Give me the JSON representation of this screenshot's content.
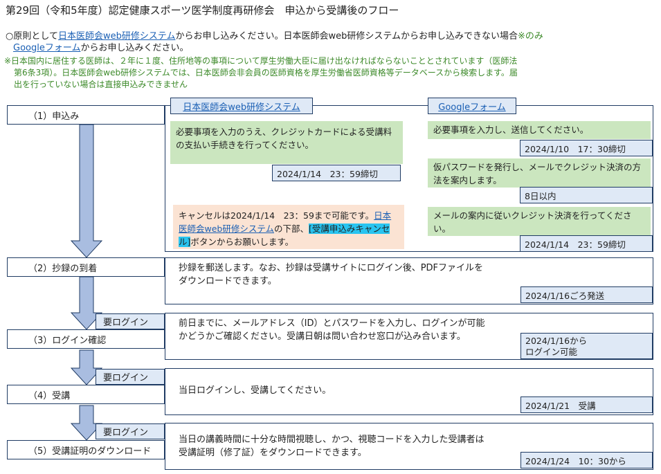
{
  "title": "第29回（令和5年度）認定健康スポーツ医学制度再研修会　申込から受講後のフロー",
  "notice": {
    "prefix": "○原則として",
    "link1": "日本医師会web研修システム",
    "mid1": "からお申し込みください。日本医師会web研修システムからお申し込みできない場合",
    "mark": "※のみ",
    "link2": "Googleフォーム",
    "suffix": "からお申し込みください。"
  },
  "note": {
    "line1": "※日本国内に居住する医師は、２年に１度、住所地等の事項について厚生労働大臣に届け出なければならないこととされています（医師法",
    "line2": "第6条3項）。日本医師会web研修システムでは、日本医師会非会員の医師資格を厚生労働省医師資格等データベースから検索します。届",
    "line3": "出を行っていない場合は直接申込みできません"
  },
  "steps": [
    {
      "label": "（1）申込み"
    },
    {
      "label": "（2）抄録の到着"
    },
    {
      "label": "（3）ログイン確認"
    },
    {
      "label": "（4）受講"
    },
    {
      "label": "（5）受講証明のダウンロード"
    }
  ],
  "login_label": "要ログイン",
  "apply": {
    "tab_web": "日本医師会web研修システム",
    "tab_google": "Googleフォーム",
    "web_text": "必要事項を入力のうえ、クレジットカードによる受講料の支払い手続きを行ってください。",
    "web_deadline": "2024/1/14　23：59締切",
    "cancel_pre": "キャンセルは2024/1/14　23：59まで可能です。",
    "cancel_link": "日本医師会web研修システム",
    "cancel_mid": "の下部、",
    "cancel_button": "[受講申込みキャンセル]",
    "cancel_post": "ボタンからお願いします。",
    "g1_text": "必要事項を入力し、送信してください。",
    "g1_deadline": "2024/1/10　17：30締切",
    "g2_text": "仮パスワードを発行し、メールでクレジット決済の方法を案内します。",
    "g2_deadline": "8日以内",
    "g3_text": "メールの案内に従いクレジット決済を行ってください。",
    "g3_deadline": "2024/1/14　23：59締切"
  },
  "abstract": {
    "text": "抄録を郵送します。なお、抄録は受講サイトにログイン後、PDFファイルをダウンロードできます。",
    "date": "2024/1/16ごろ発送"
  },
  "login_check": {
    "text": "前日までに、メールアドレス（ID）とパスワードを入力し、ログインが可能かどうかご確認ください。受講日朝は問い合わせ窓口が込み合います。",
    "date_line1": "2024/1/16から",
    "date_line2": "ログイン可能"
  },
  "attend": {
    "text": "当日ログインし、受講してください。",
    "date": "2024/1/21　受講"
  },
  "certificate": {
    "text": "当日の講義時間に十分な時間視聴し、かつ、視聴コードを入力した受講者は受講証明（修了証）をダウンロードできます。",
    "date": "2024/1/24　10：30から"
  }
}
